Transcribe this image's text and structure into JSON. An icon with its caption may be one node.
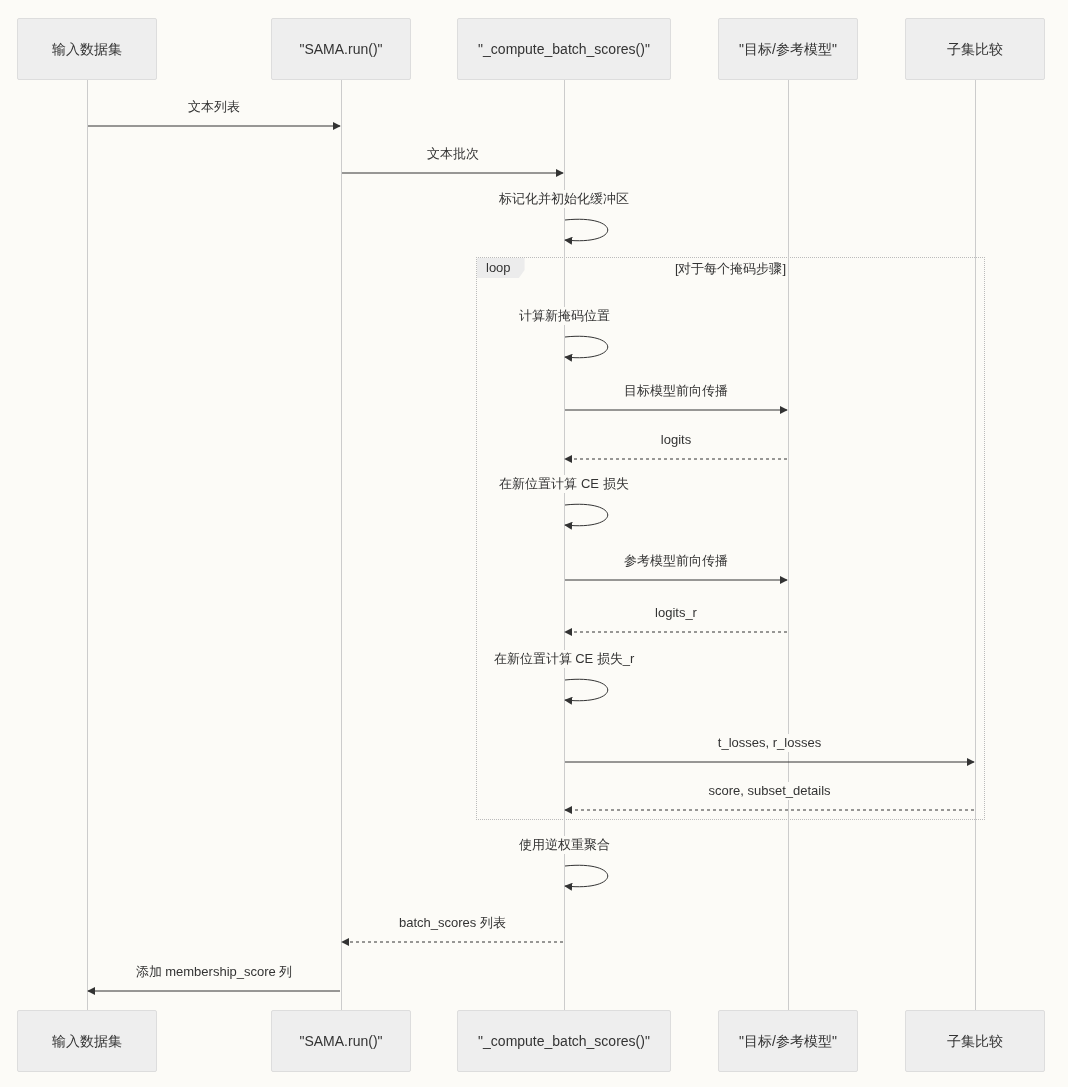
{
  "diagram": {
    "nodes": [
      {
        "text": [
          "输入数据集"
        ]
      },
      {
        "text": [
          "\"SAMA.run()\""
        ]
      },
      {
        "text": [
          "\"_compute_batch_scores()\""
        ]
      },
      {
        "text": [
          "\"目标/参考模型\""
        ]
      },
      {
        "text": [
          "子集比较"
        ]
      },
      {
        "text": [],
        "shape": "line"
      },
      {
        "text": [],
        "shape": "line"
      },
      {
        "text": [],
        "shape": "line"
      },
      {
        "text": [],
        "shape": "line"
      },
      {
        "text": [],
        "shape": "line"
      },
      {
        "text": [
          "输入数据集"
        ]
      },
      {
        "text": [
          "\"SAMA.run()\""
        ]
      },
      {
        "text": [
          "\"_compute_batch_scores()\""
        ]
      },
      {
        "text": [
          "\"目标/参考模型\""
        ]
      },
      {
        "text": [
          "子集比较"
        ]
      }
    ],
    "edges": [
      {
        "from": 5,
        "to": 6,
        "arrow": "to",
        "label": "文本列表"
      },
      {
        "from": 6,
        "to": 7,
        "arrow": "to",
        "label": "文本批次"
      },
      {
        "from": 7,
        "to": 7,
        "arrow": "to",
        "label": "标记化并初始化缓冲区"
      },
      {
        "from": 7,
        "to": 7,
        "arrow": "to",
        "label": "计算新掩码位置"
      },
      {
        "from": 7,
        "to": 8,
        "arrow": "to",
        "label": "目标模型前向传播"
      },
      {
        "from": 8,
        "to": 7,
        "arrow": "to",
        "label": "logits",
        "style": "dashed"
      },
      {
        "from": 7,
        "to": 7,
        "arrow": "to",
        "label": "在新位置计算 CE 损失"
      },
      {
        "from": 7,
        "to": 8,
        "arrow": "to",
        "label": "参考模型前向传播"
      },
      {
        "from": 8,
        "to": 7,
        "arrow": "to",
        "label": "logits_r",
        "style": "dashed"
      },
      {
        "from": 7,
        "to": 7,
        "arrow": "to",
        "label": "在新位置计算 CE 损失_r"
      },
      {
        "from": 7,
        "to": 9,
        "arrow": "to",
        "label": "t_losses, r_losses"
      },
      {
        "from": 9,
        "to": 7,
        "arrow": "to",
        "label": "score, subset_details",
        "style": "dashed"
      },
      {
        "from": 7,
        "to": 7,
        "arrow": "to",
        "label": "使用逆权重聚合"
      },
      {
        "from": 7,
        "to": 6,
        "arrow": "to",
        "label": "batch_scores 列表",
        "style": "dashed"
      },
      {
        "from": 6,
        "to": 5,
        "arrow": "to",
        "label": "添加 membership_score 列"
      }
    ],
    "labels": [
      "loop",
      "[对于每个掩码步骤]"
    ]
  }
}
